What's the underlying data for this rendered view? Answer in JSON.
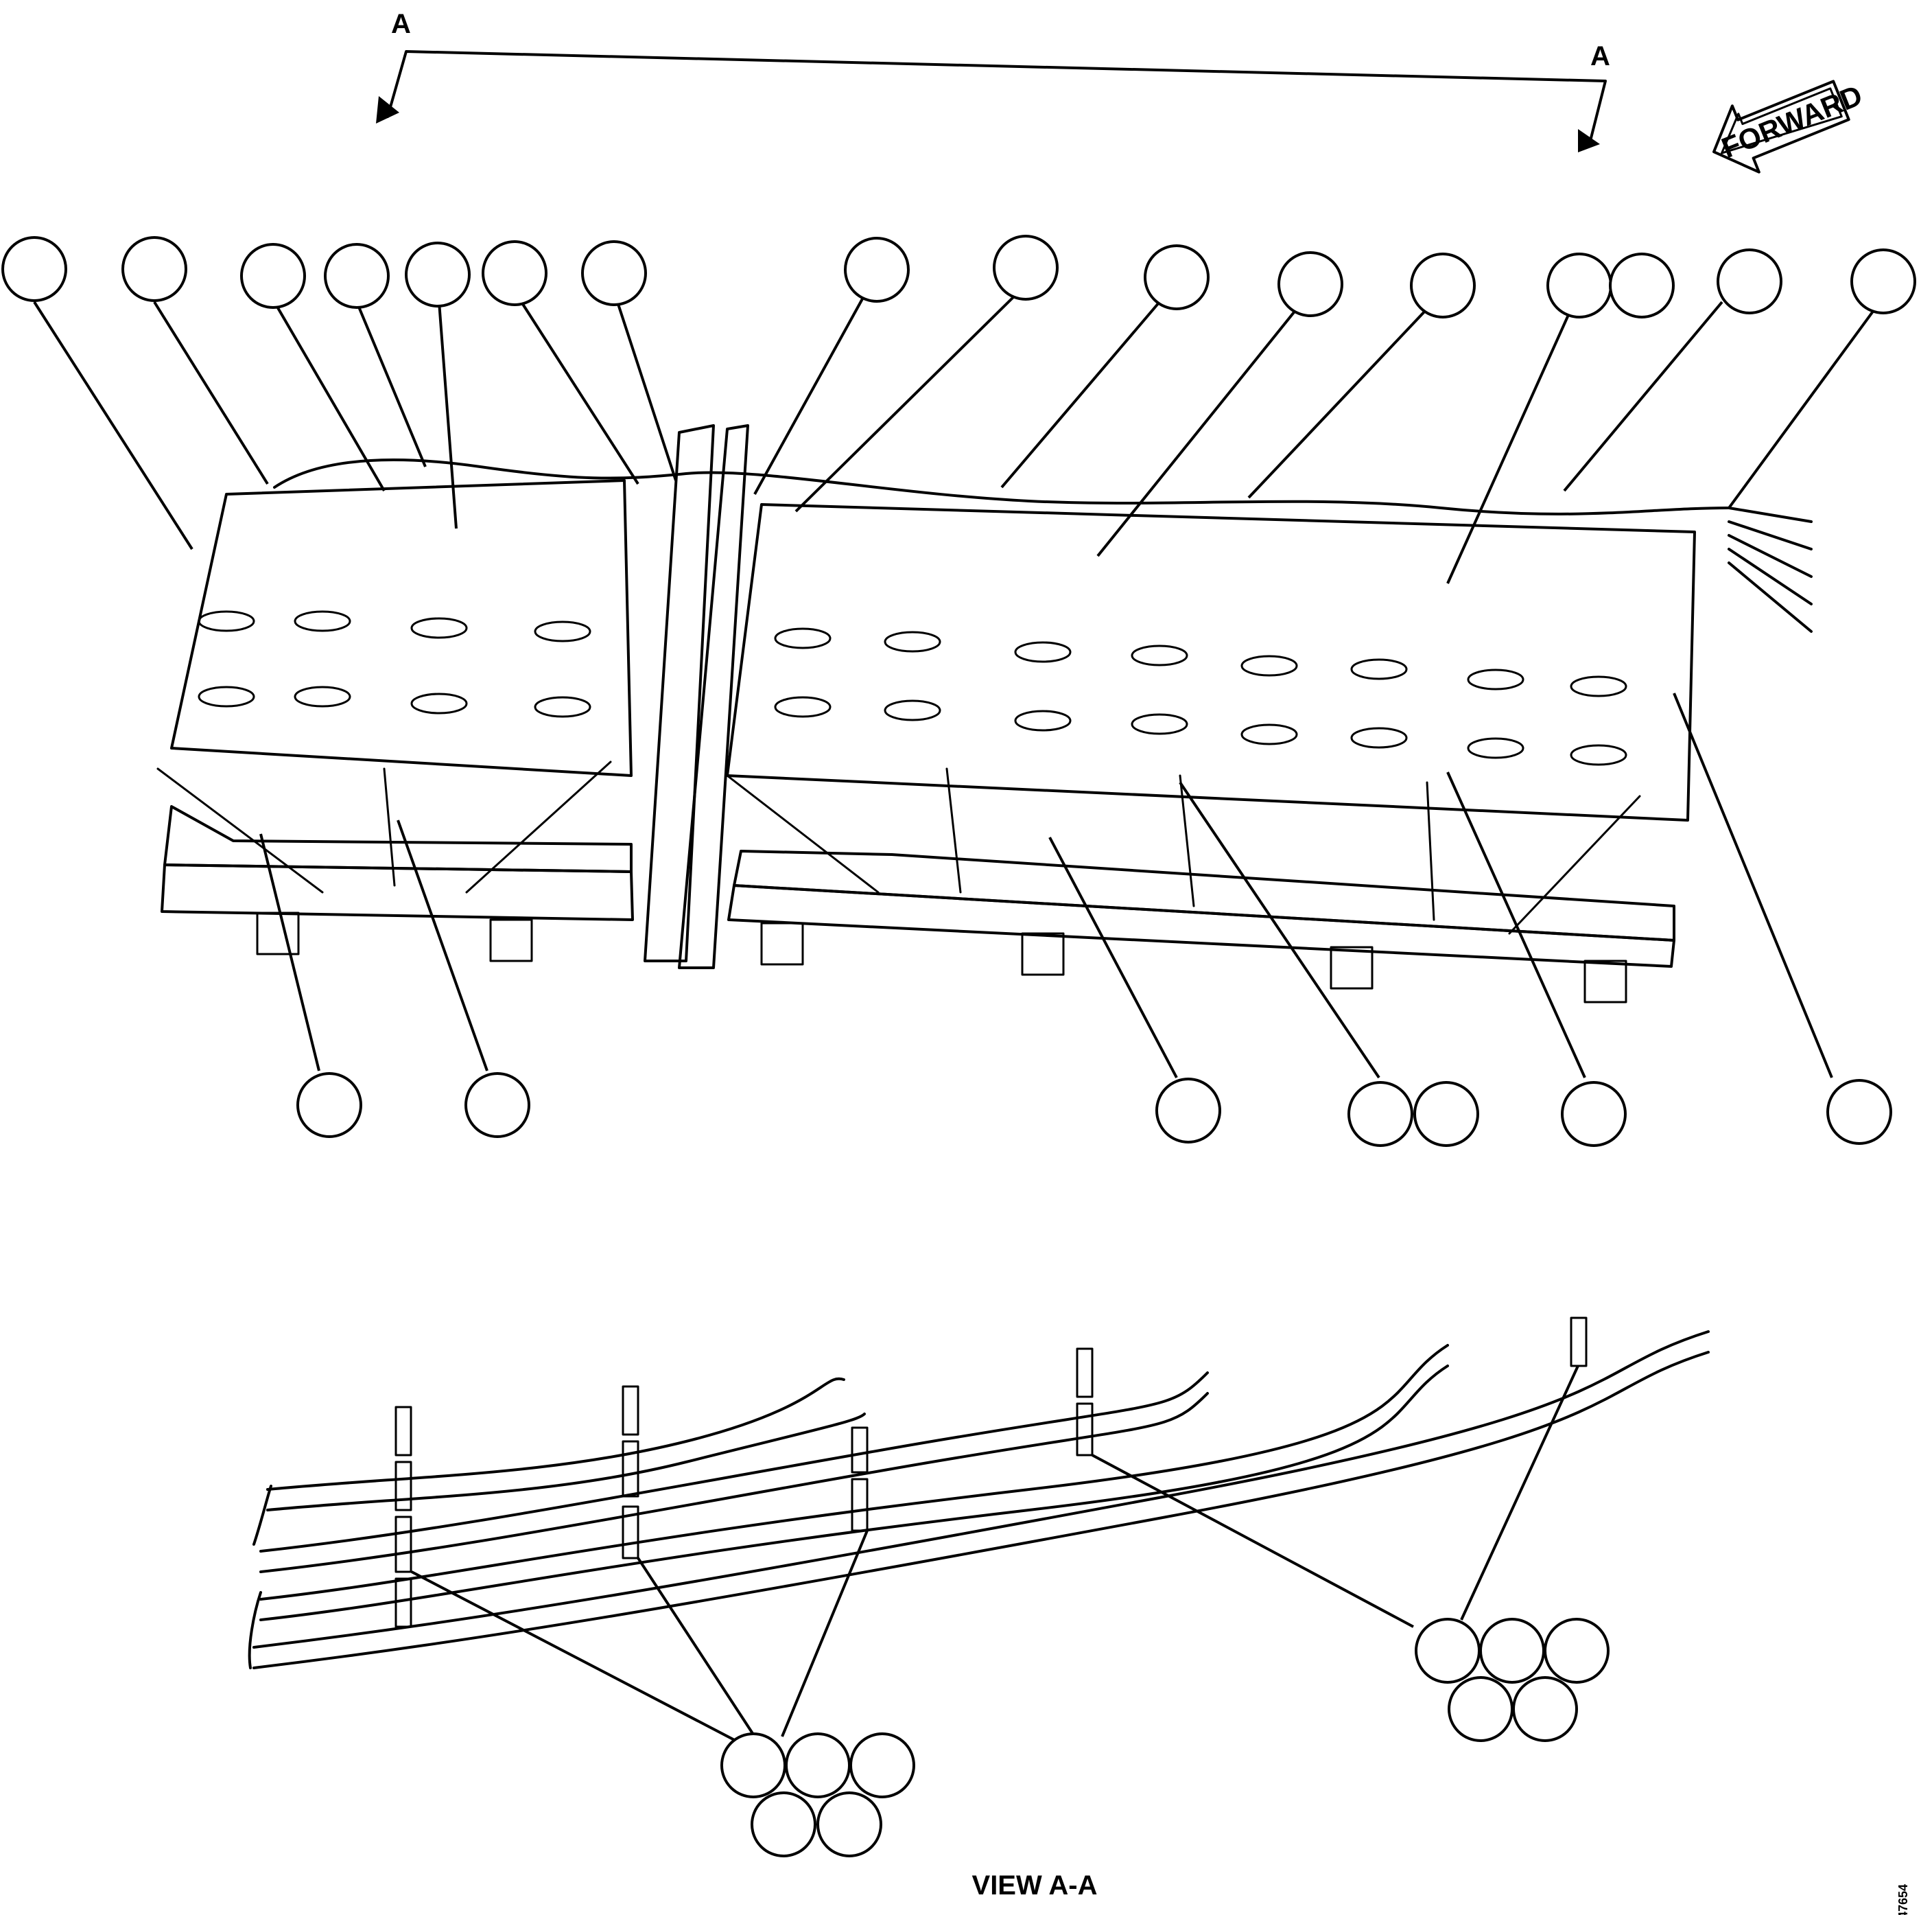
{
  "section_label": "A",
  "forward_label": "FORWARD",
  "view_caption": "VIEW A-A",
  "figure_id": "47654",
  "callout_numbers": []
}
